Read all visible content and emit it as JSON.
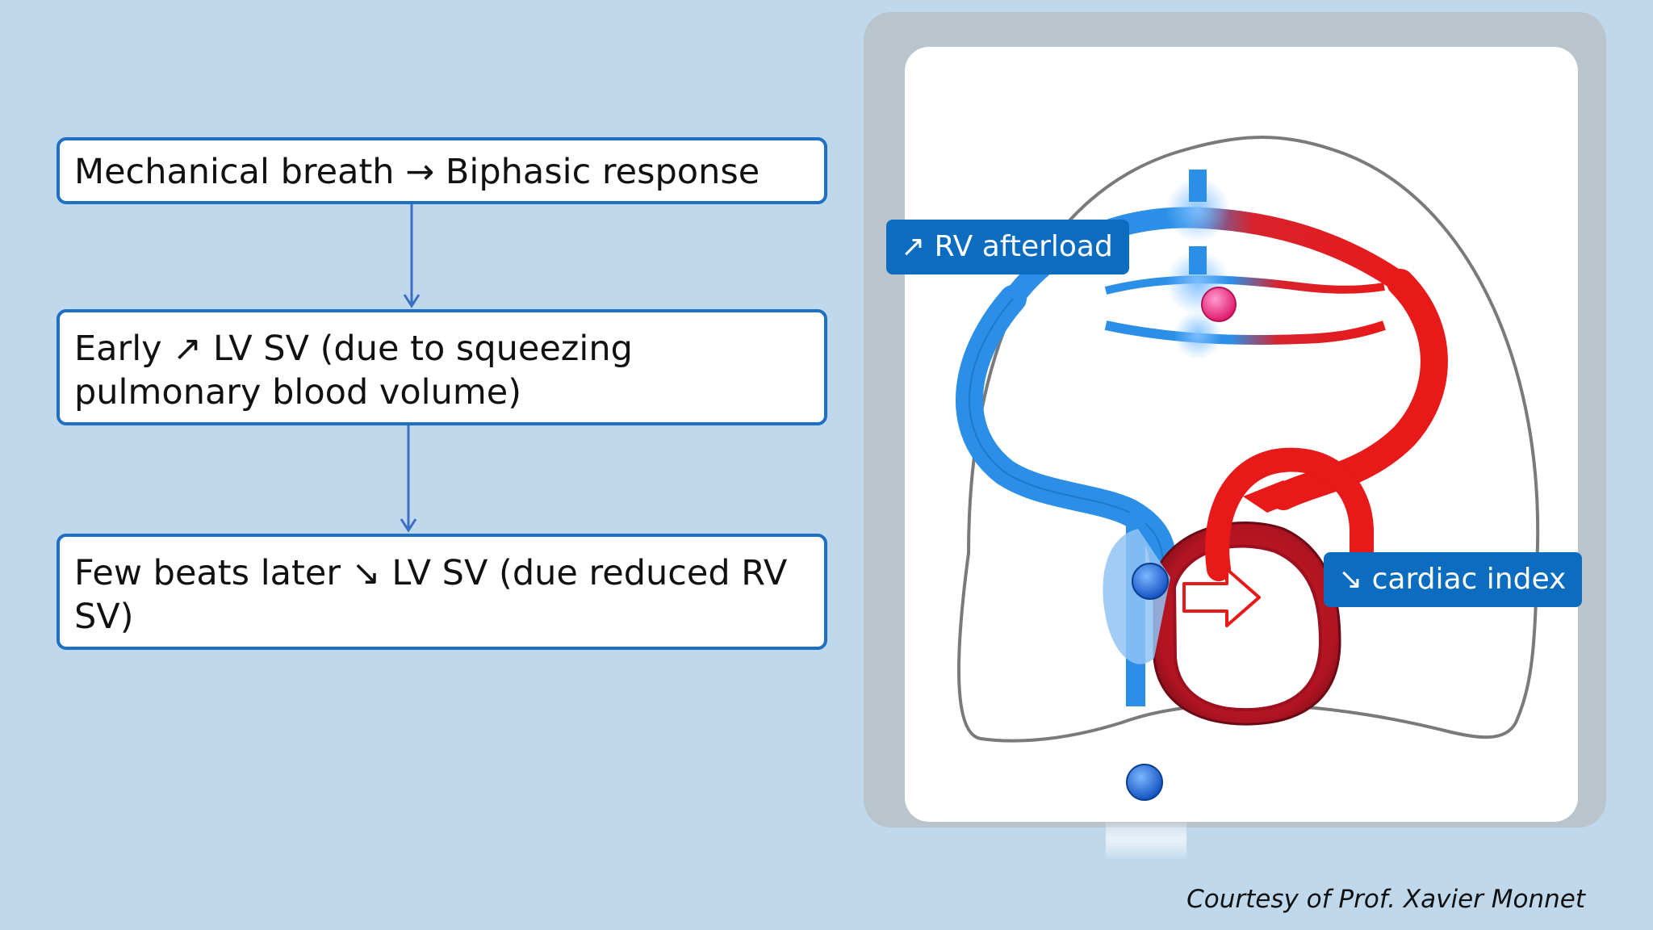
{
  "flow": {
    "box1": "Mechanical breath → Biphasic response",
    "box2": "Early ↗ LV SV (due to squeezing pulmonary blood volume)",
    "box3": "Few beats later ↘ LV SV (due reduced RV SV)"
  },
  "labels": {
    "rv_afterload": "↗ RV afterload",
    "cardiac_index": "↘ cardiac index"
  },
  "credit": "Courtesy of Prof. Xavier Monnet",
  "colors": {
    "background": "#bfd8ec",
    "box_border": "#1f6fc2",
    "badge": "#0b6cc0",
    "venous_blue": "#2b8fe8",
    "arterial_red": "#e81919",
    "heart_dark_red": "#9c1020"
  }
}
